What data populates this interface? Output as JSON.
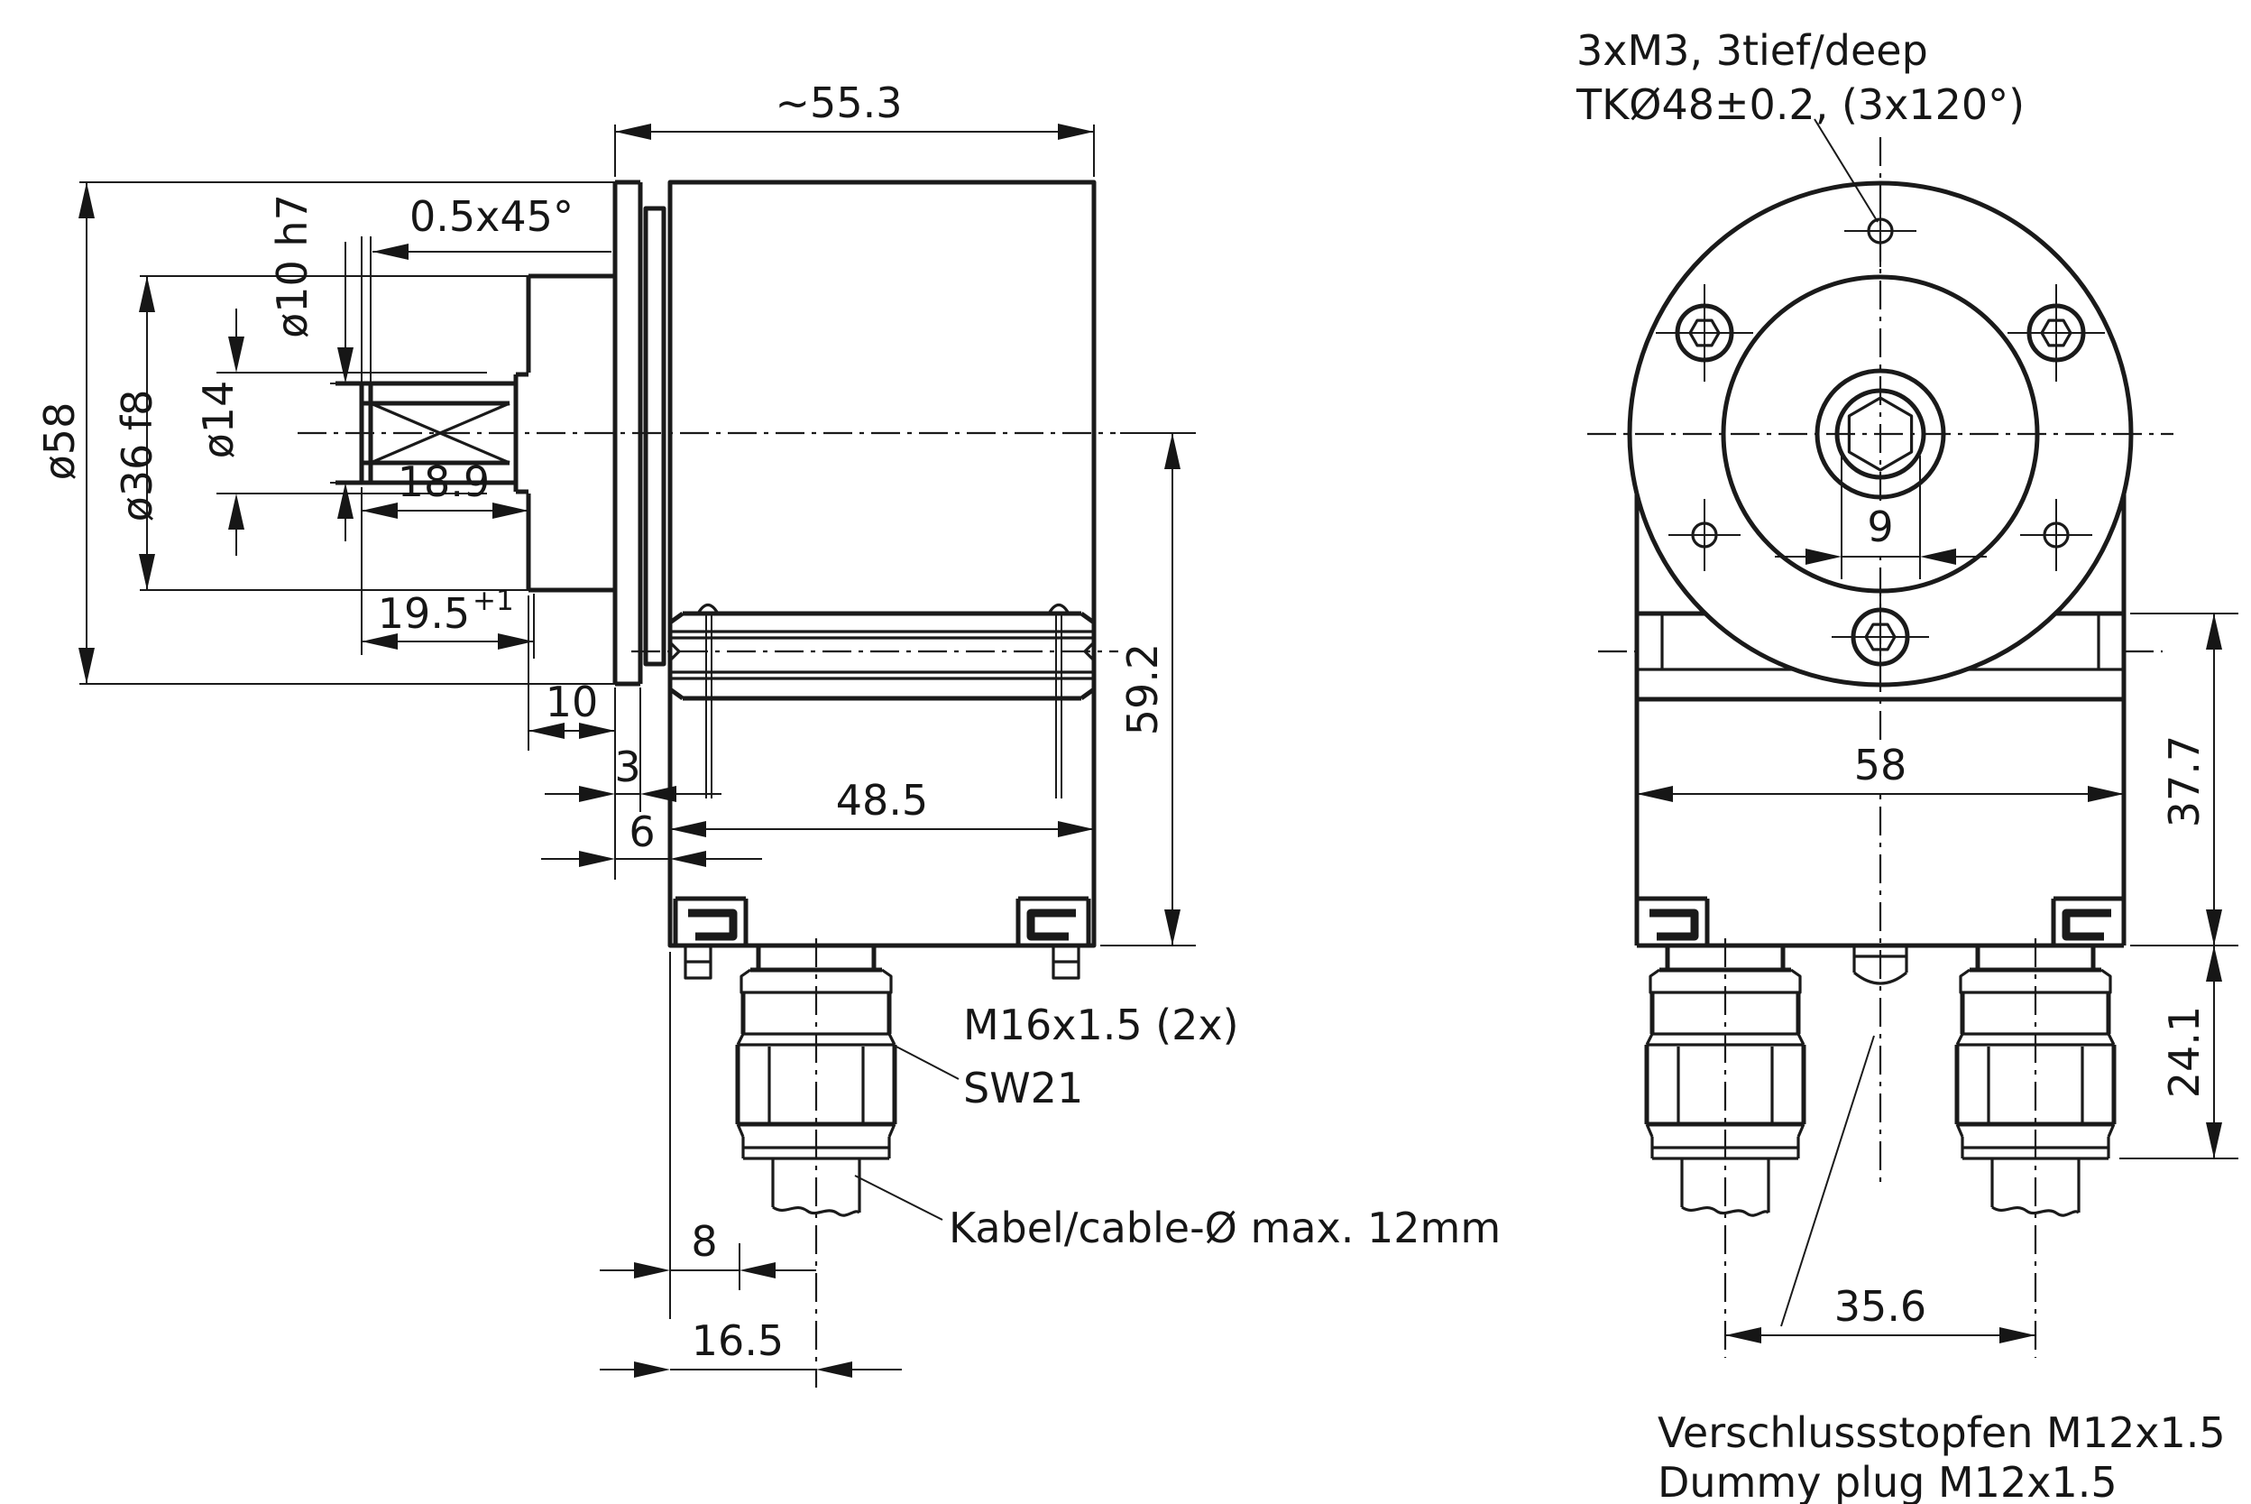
{
  "left": {
    "overall_length": "~55.3",
    "chamfer": "0.5x45°",
    "dia_shaft": "ø10 h7",
    "dia_clamp": "ø14",
    "dia_boss": "ø36 f8",
    "dia_flange": "ø58",
    "clamp_length": "18.9",
    "insert_depth": "19.5",
    "insert_depth_tol": "+1",
    "boss_depth": "10",
    "plate_thickness": "3",
    "plate_offset": "6",
    "body_width": "48.5",
    "body_height": "59.2",
    "gland_thread": "M16x1.5 (2x)",
    "gland_wrench": "SW21",
    "cable_note": "Kabel/cable-Ø max. 12mm",
    "gland_edge_offset": "8",
    "gland_center_offset": "16.5"
  },
  "right": {
    "mounting_note_line1": "3xM3, 3tief/deep",
    "mounting_note_line2": "TKØ48±0.2, (3x120°)",
    "hex_width": "9",
    "body_width": "58",
    "upper_height": "37.7",
    "gland_height": "24.1",
    "gland_spacing": "35.6",
    "plug_note_line1": "Verschlussstopfen M12x1.5",
    "plug_note_line2": "Dummy plug M12x1.5"
  }
}
